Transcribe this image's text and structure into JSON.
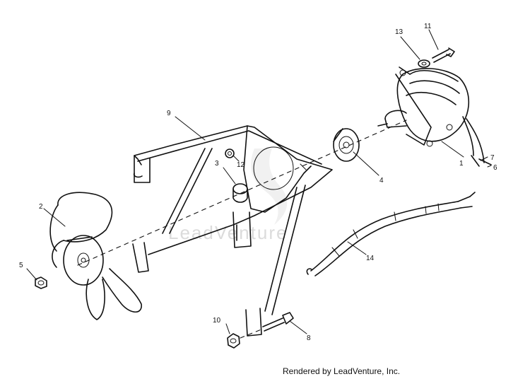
{
  "callouts": {
    "c1": "1",
    "c2": "2",
    "c3": "3",
    "c4": "4",
    "c5": "5",
    "c6": "6",
    "c7": "7",
    "c8": "8",
    "c9": "9",
    "c10": "10",
    "c11": "11",
    "c12": "12",
    "c13": "13",
    "c14": "14"
  },
  "watermark": "LeadVenture",
  "footer": "Rendered by LeadVenture, Inc."
}
